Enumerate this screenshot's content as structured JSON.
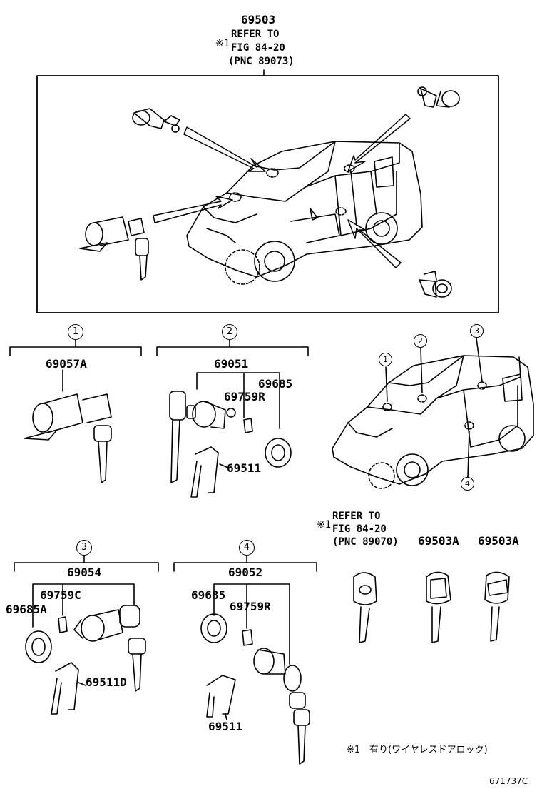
{
  "top": {
    "part": "69503",
    "ref_mark": "※1",
    "ref_line1": "REFER TO",
    "ref_line2": "FIG 84-20",
    "ref_line3": "(PNC 89073)"
  },
  "groups": [
    {
      "index": "1",
      "part": "69057A"
    },
    {
      "index": "2",
      "part": "69051",
      "parts": [
        "69685",
        "69759R",
        "69511"
      ]
    },
    {
      "index": "3",
      "part": "69054",
      "parts": [
        "69759C",
        "69685A",
        "69511D"
      ]
    },
    {
      "index": "4",
      "part": "69052",
      "parts": [
        "69685",
        "69759R",
        "69511"
      ]
    }
  ],
  "location_markers": [
    "1",
    "2",
    "3",
    "4"
  ],
  "keys": {
    "ref_mark": "※1",
    "ref_line1": "REFER TO",
    "ref_line2": "FIG 84-20",
    "ref_line3": "(PNC 89070)",
    "part_a": "69503A",
    "part_b": "69503A"
  },
  "footnote": {
    "mark": "※1",
    "text": "有り(ワイヤレスドアロック)"
  },
  "figure_code": "671737C"
}
